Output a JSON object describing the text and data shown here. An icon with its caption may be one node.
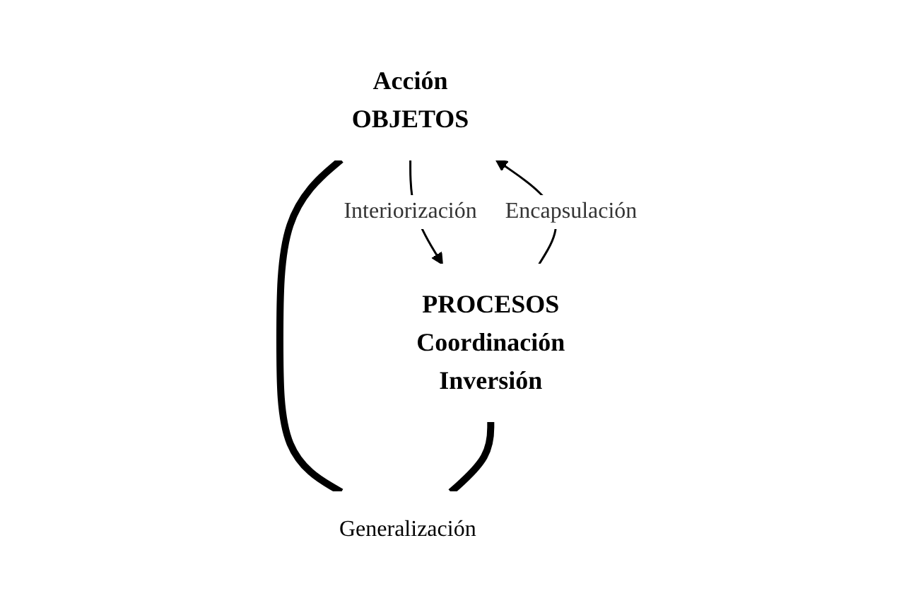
{
  "diagram": {
    "nodes": [
      {
        "text": [
          "Acción",
          "OBJETOS"
        ]
      },
      {
        "text": [
          "PROCESOS",
          "Coordinación",
          "Inversión"
        ]
      },
      {
        "text": [
          "Generalización"
        ]
      }
    ],
    "edges": [
      {
        "from": 0,
        "to": 1,
        "arrow": "to",
        "label": "Interiorización"
      },
      {
        "from": 1,
        "to": 0,
        "arrow": "to",
        "label": "Encapsulación"
      },
      {
        "from": 0,
        "to": 2,
        "arrow": "none",
        "style": "thick"
      },
      {
        "from": 1,
        "to": 2,
        "arrow": "none",
        "style": "thick"
      }
    ]
  }
}
